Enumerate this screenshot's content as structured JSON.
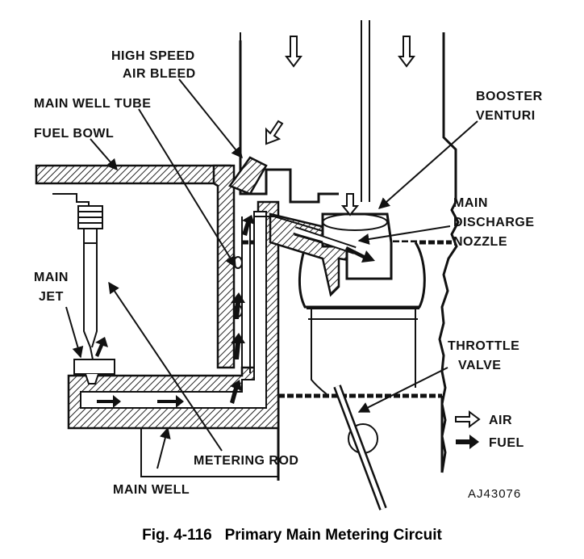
{
  "labels": {
    "high_speed_air_bleed_1": "HIGH SPEED",
    "high_speed_air_bleed_2": "AIR BLEED",
    "main_well_tube": "MAIN WELL TUBE",
    "fuel_bowl": "FUEL BOWL",
    "booster_venturi_1": "BOOSTER",
    "booster_venturi_2": "VENTURI",
    "main_discharge_nozzle_1": "MAIN",
    "main_discharge_nozzle_2": "DISCHARGE",
    "main_discharge_nozzle_3": "NOZZLE",
    "main_jet_1": "MAIN",
    "main_jet_2": "JET",
    "throttle_valve_1": "THROTTLE",
    "throttle_valve_2": "VALVE",
    "metering_rod": "METERING ROD",
    "main_well": "MAIN WELL"
  },
  "legend": {
    "air": "AIR",
    "fuel": "FUEL"
  },
  "figure_code": "AJ43076",
  "caption": "Fig. 4-116   Primary Main Metering Circuit",
  "colors": {
    "ink": "#111111",
    "paper": "#ffffff"
  }
}
